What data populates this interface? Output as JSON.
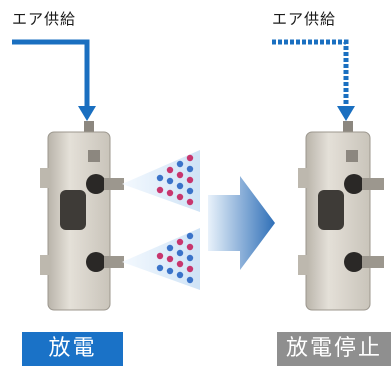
{
  "labels": {
    "air_supply_left": "エア供給",
    "air_supply_right": "エア供給",
    "state_on": "放電",
    "state_off": "放電停止"
  },
  "colors": {
    "air_arrow": "#1a6fc0",
    "badge_on": "#1a72c7",
    "badge_off": "#8f8f8f",
    "ion_negative": "#3a73c9",
    "ion_positive": "#c8366e",
    "device_body": "#d6d2c9"
  },
  "icons": {
    "direction": "right-arrow",
    "ions": "ion-plus-minus"
  }
}
